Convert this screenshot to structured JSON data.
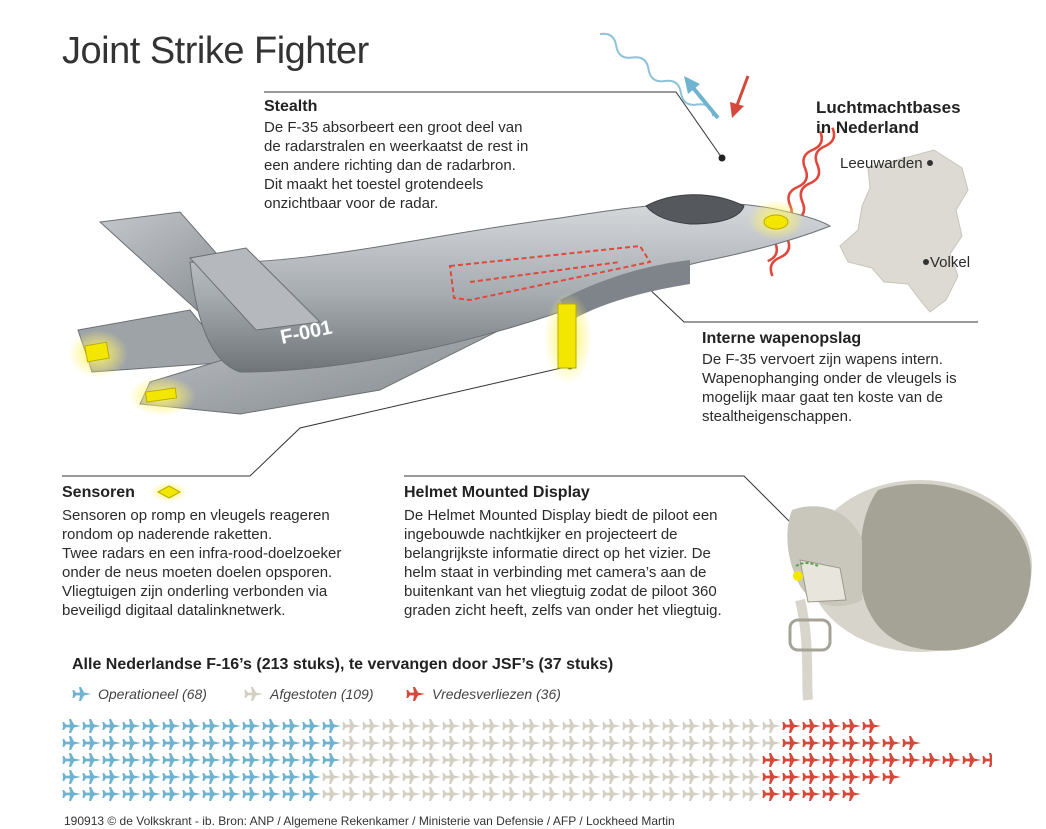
{
  "title": "Joint Strike Fighter",
  "stealth": {
    "heading": "Stealth",
    "lines": [
      "De F-35 absorbeert een groot deel van",
      "de radarstralen en weerkaatst de rest in",
      "een andere richting dan de radarbron.",
      "Dit maakt het toestel grotendeels",
      "onzichtbaar voor de radar."
    ]
  },
  "map": {
    "heading_lines": [
      "Luchtmachtbases",
      "in Nederland"
    ],
    "bases": [
      "Leeuwarden",
      "Volkel"
    ]
  },
  "aircraft": {
    "label": "F-001"
  },
  "weapons": {
    "heading": "Interne wapenopslag",
    "lines": [
      "De F-35 vervoert zijn wapens intern.",
      "Wapenophanging onder de vleugels is",
      "mogelijk maar gaat ten koste van de",
      "stealtheigenschappen."
    ]
  },
  "sensors": {
    "heading": "Sensoren",
    "lines": [
      "Sensoren  op romp en vleugels reageren",
      "rondom op naderende raketten.",
      "Twee radars en een infra-rood-doelzoeker",
      "onder de neus moeten doelen opsporen.",
      "Vliegtuigen zijn onderling verbonden via",
      "beveiligd digitaal datalinknetwerk."
    ]
  },
  "helmet": {
    "heading": "Helmet Mounted Display",
    "lines": [
      "De Helmet Mounted Display biedt de piloot een",
      "ingebouwde nachtkijker en projecteert de",
      "belangrijkste informatie direct op het vizier. De",
      "helm staat in verbinding met camera’s aan de",
      "buitenkant van het vliegtuig zodat de piloot 360",
      "graden zicht heeft, zelfs van onder het vliegtuig."
    ]
  },
  "fleet": {
    "heading": "Alle Nederlandse F-16’s (213 stuks), te vervangen door JSF’s (37 stuks)",
    "legend": [
      {
        "label": "Operationeel (68)",
        "count": 68,
        "color": "#6fb3cf"
      },
      {
        "label": "Afgestoten (109)",
        "count": 109,
        "color": "#d3d0c3"
      },
      {
        "label": "Vredesverliezen (36)",
        "count": 36,
        "color": "#d5493a"
      }
    ]
  },
  "footer": "190913 © de Volkskrant - ib. Bron: ANP / Algemene Rekenkamer / Ministerie van Defensie / AFP / Lockheed Martin",
  "colors": {
    "radar_out": "#8cc3d9",
    "radar_in": "#e0483c",
    "sensor_yellow": "#f3e600",
    "land": "#dcdad2"
  }
}
